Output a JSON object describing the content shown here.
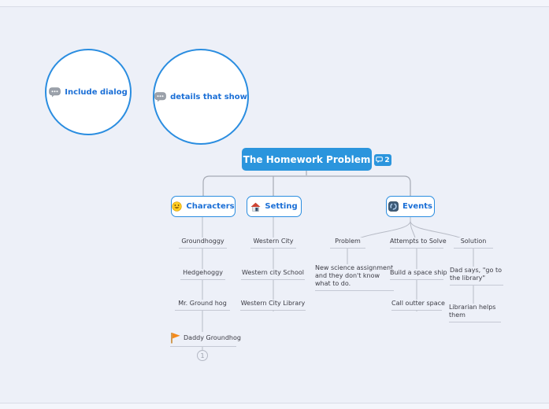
{
  "map": {
    "bubbles": [
      {
        "label": "Include dialog"
      },
      {
        "label": "details that show"
      }
    ],
    "root": {
      "label": "The Homework Problem",
      "comment_count": "2"
    },
    "categories": [
      {
        "label": "Characters"
      },
      {
        "label": "Setting"
      },
      {
        "label": "Events"
      }
    ],
    "characters": {
      "items": [
        "Groundhoggy",
        "Hedgehoggy",
        "Mr. Ground hog",
        "Daddy Groundhog"
      ],
      "collapsed_count": "1"
    },
    "setting": {
      "items": [
        "Western City",
        "Western city School",
        "Western City Library"
      ]
    },
    "events": {
      "items": [
        "Problem",
        "Attempts to Solve",
        "Solution"
      ],
      "problem_children": [
        "New science assignment and they don't know what to do."
      ],
      "attempts_children": [
        "Build a space ship",
        "Call outter space"
      ],
      "solution_children": [
        "Dad says, \"go to the library\"",
        "Librarian helps them"
      ]
    }
  },
  "colors": {
    "accent_blue": "#2a8de0",
    "root_fill": "#2b95dd",
    "background": "#edf0f8",
    "connector": "#a6aab4",
    "leaf_line": "#c5c9d4",
    "leaf_text": "#3b3b44",
    "flag_orange": "#f58a1b"
  }
}
